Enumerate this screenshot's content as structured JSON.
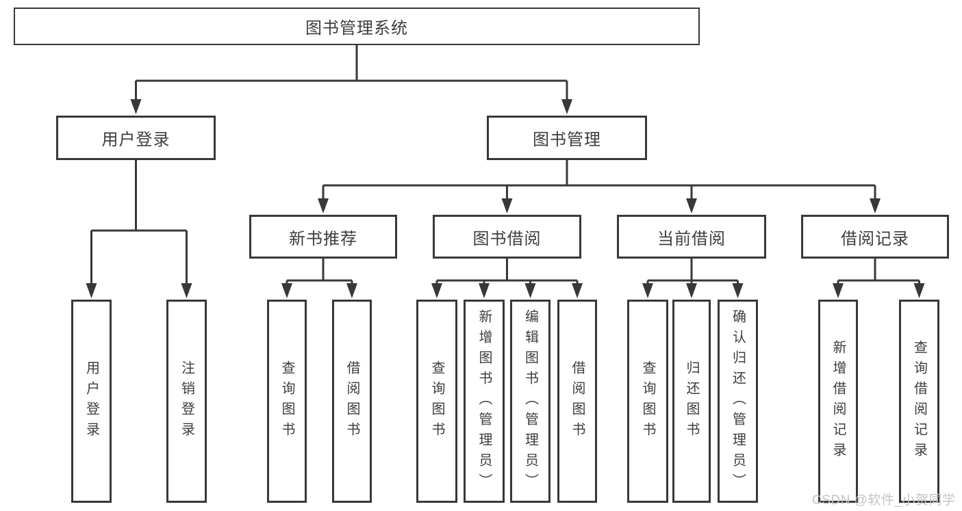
{
  "diagram": {
    "root_label": "图书管理系统",
    "branches": [
      {
        "label": "用户登录",
        "children": [
          "用户登录",
          "注销登录"
        ]
      },
      {
        "label": "图书管理",
        "sections": [
          {
            "label": "新书推荐",
            "children": [
              "查询图书",
              "借阅图书"
            ]
          },
          {
            "label": "图书借阅",
            "children": [
              "查询图书",
              "新增图书（管理员）",
              "编辑图书（管理员）",
              "借阅图书"
            ]
          },
          {
            "label": "当前借阅",
            "children": [
              "查询图书",
              "归还图书",
              "确认归还（管理员）"
            ]
          },
          {
            "label": "借阅记录",
            "children": [
              "新增借阅记录",
              "查询借阅记录"
            ]
          }
        ]
      }
    ]
  },
  "watermark": "CSDN @软件_小贺同学",
  "colors": {
    "line": "#383838",
    "text": "#3d3d3d",
    "watermark": "#c4c4c4",
    "background": "#ffffff"
  }
}
